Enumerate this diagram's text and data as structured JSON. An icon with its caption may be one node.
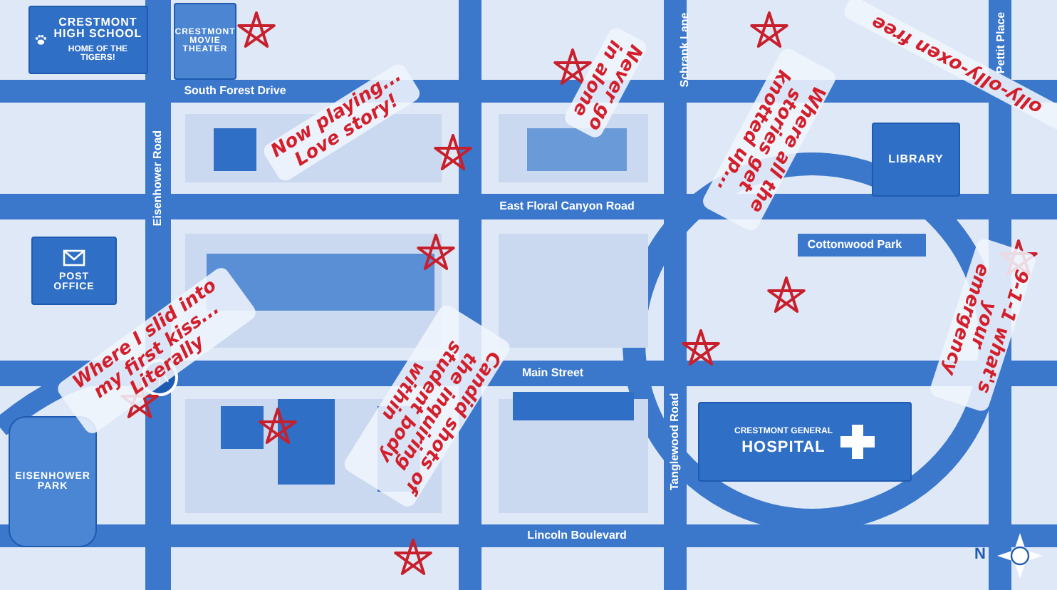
{
  "diagram": {
    "nodes": [
      {
        "text": [
          "CRESTMONT HIGH SCHOOL",
          "HOME OF THE TIGERS!"
        ]
      },
      {
        "text": [
          "CRESTMONT MOVIE THEATER"
        ]
      },
      {
        "text": [
          "POST OFFICE"
        ]
      },
      {
        "text": [
          "EISENHOWER PARK"
        ]
      },
      {
        "text": [
          "LIBRARY"
        ]
      },
      {
        "text": [
          "CRESTMONT GENERAL",
          "HOSPITAL"
        ]
      }
    ],
    "labels": [
      "South Forest Drive",
      "Eisenhower Road",
      "East Floral Canyon Road",
      "Schrank Lane",
      "Pettit Place",
      "Cottonwood Park",
      "Main Street",
      "Tanglewood Road",
      "Lincoln Boulevard",
      "N",
      "Now playing... Love story!",
      "Never go in alone",
      "Where all the stories get knotted up...",
      "olly-olly-oxen free",
      "Where I slid into my first kiss... Literally",
      "Candid shots of the inquiring student body within",
      "9-1-1 what's your emergency"
    ]
  }
}
